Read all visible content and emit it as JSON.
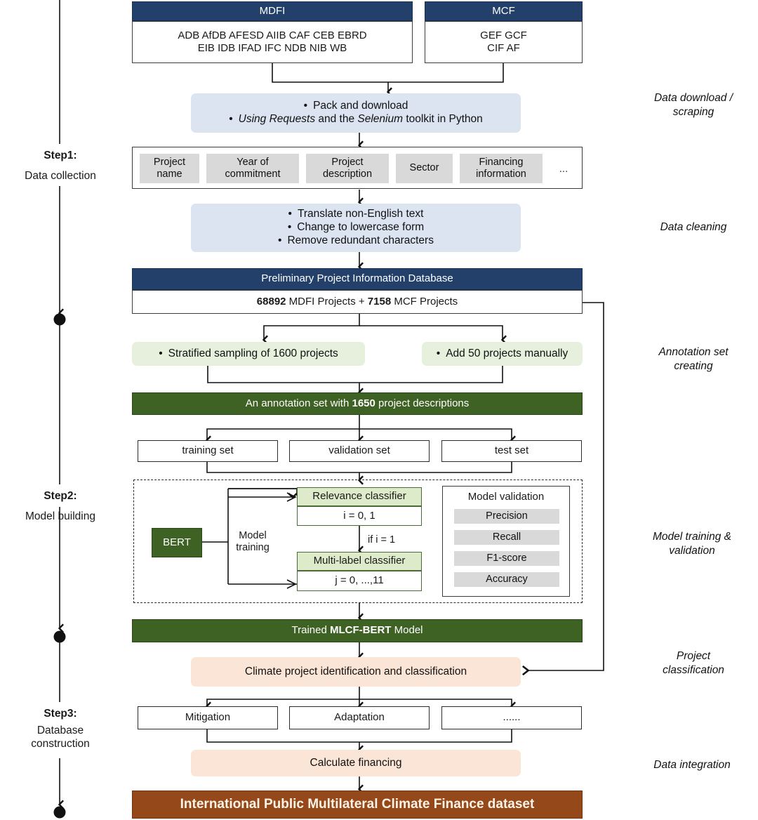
{
  "diagram": {
    "title": "International Public Multilateral Climate Finance dataset construction workflow",
    "colors": {
      "navy": "#23406B",
      "dark_green": "#3E6124",
      "brown": "#95491A",
      "soft_blue": "#DCE4F2",
      "soft_green": "#E7F0DC",
      "soft_peach": "#FBE5D6",
      "gray_chip": "#D9D9D9"
    }
  },
  "sources": {
    "mdfi": {
      "header": "MDFI",
      "line1": "ADB AfDB AFESD AIIB CAF CEB EBRD",
      "line2": "EIB IDB IFAD IFC NDB NIB WB"
    },
    "mcf": {
      "header": "MCF",
      "line1": "GEF GCF",
      "line2": "CIF AF"
    }
  },
  "download_box": {
    "bullet1": "Pack and download",
    "bullet2_a": "Using Requests",
    "bullet2_b": " and the ",
    "bullet2_c": "Selenium",
    "bullet2_d": " toolkit in Python"
  },
  "fields_box": {
    "fields": [
      "Project\nname",
      "Year of\ncommitment",
      "Project\ndescription",
      "Sector",
      "Financing\ninformation"
    ],
    "ellipsis": "..."
  },
  "cleaning_box": {
    "bullets": [
      "Translate non-English text",
      "Change to lowercase form",
      "Remove redundant characters"
    ]
  },
  "prelim_db": {
    "header": "Preliminary Project Information Database",
    "count_mdfi": "68892",
    "label_mdfi": " MDFI Projects + ",
    "count_mcf": "7158",
    "label_mcf": " MCF Projects"
  },
  "annotation": {
    "sampling": "Stratified sampling of 1600 projects",
    "manual": "Add 50 projects manually",
    "set_prefix": "An annotation set with ",
    "set_count": "1650",
    "set_suffix": " project descriptions",
    "splits": [
      "training set",
      "validation set",
      "test set"
    ]
  },
  "model": {
    "bert": "BERT",
    "training_label": "Model\ntraining",
    "relevance_header": "Relevance classifier",
    "relevance_body": "i = 0, 1",
    "condition": "if i = 1",
    "multilabel_header": "Multi-label classifier",
    "multilabel_body": "j = 0, ...,11",
    "validation_title": "Model validation",
    "metrics": [
      "Precision",
      "Recall",
      "F1-score",
      "Accuracy"
    ]
  },
  "trained_model": {
    "prefix": "Trained ",
    "name": "MLCF-BERT",
    "suffix": " Model"
  },
  "classification": {
    "box": "Climate project identification and classification",
    "categories": [
      "Mitigation",
      "Adaptation",
      "......"
    ],
    "calculate": "Calculate financing",
    "dataset": "International Public Multilateral Climate Finance dataset"
  },
  "steps": [
    {
      "title": "Step1:",
      "subtitle": "Data collection"
    },
    {
      "title": "Step2:",
      "subtitle": "Model building"
    },
    {
      "title": "Step3:",
      "subtitle": "Database\nconstruction"
    }
  ],
  "right_notes": [
    "Data download /\nscraping",
    "Data cleaning",
    "Annotation set\ncreating",
    "Model training &\nvalidation",
    "Project\nclassification",
    "Data integration"
  ]
}
